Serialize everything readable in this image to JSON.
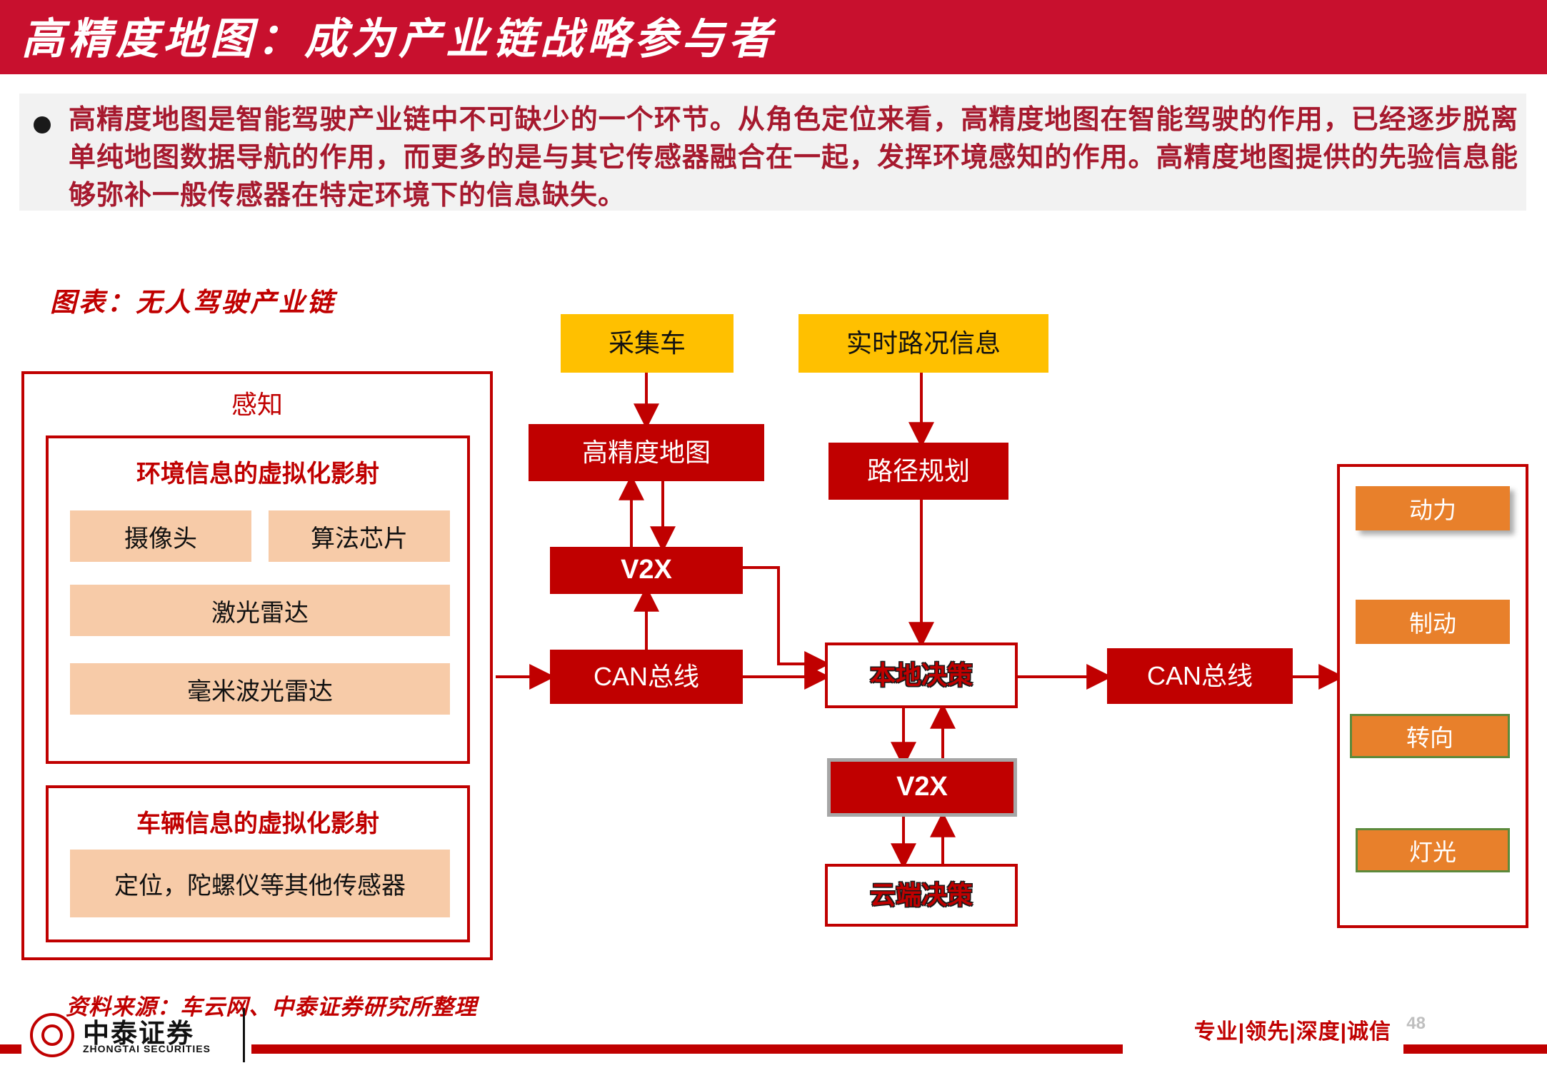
{
  "header": {
    "title": "高精度地图：成为产业链战略参与者"
  },
  "lead": {
    "bullet_icon": "bullet-dot-icon",
    "paragraph": "高精度地图是智能驾驶产业链中不可缺少的一个环节。从角色定位来看，高精度地图在智能驾驶的作用，已经逐步脱离单纯地图数据导航的作用，而更多的是与其它传感器融合在一起，发挥环境感知的作用。高精度地图提供的先验信息能够弥补一般传感器在特定环境下的信息缺失。"
  },
  "figure": {
    "caption": "图表：无人驾驶产业链",
    "perception_panel": {
      "title": "感知",
      "groups": [
        {
          "title": "环境信息的虚拟化影射",
          "items": [
            "摄像头",
            "算法芯片",
            "激光雷达",
            "毫米波光雷达"
          ]
        },
        {
          "title": "车辆信息的虚拟化影射",
          "items": [
            "定位，陀螺仪等其他传感器"
          ]
        }
      ]
    },
    "map_column": {
      "collection_vehicle": "采集车",
      "hd_map": "高精度地图",
      "v2x": "V2X",
      "can_bus": "CAN总线"
    },
    "decision_column": {
      "realtime_traffic": "实时路况信息",
      "route_planning": "路径规划",
      "local_decision": "本地决策",
      "v2x": "V2X",
      "cloud_decision": "云端决策"
    },
    "output_bus": "CAN总线",
    "actuators": [
      "动力",
      "制动",
      "转向",
      "灯光"
    ]
  },
  "footer": {
    "source": "资料来源：车云网、中泰证券研究所整理",
    "page_number": "48",
    "slogan": "专业|领先|深度|诚信",
    "logo_cn": "中泰证券",
    "logo_en": "ZHONGTAI SECURITIES"
  },
  "colors": {
    "brand_red": "#C00000",
    "header_red": "#C8102E",
    "gold": "#FFC000",
    "orange": "#E8802B",
    "tan": "#F7CBA8",
    "green_edge": "#5C8A3C",
    "band_gray": "#F2F2F2"
  }
}
